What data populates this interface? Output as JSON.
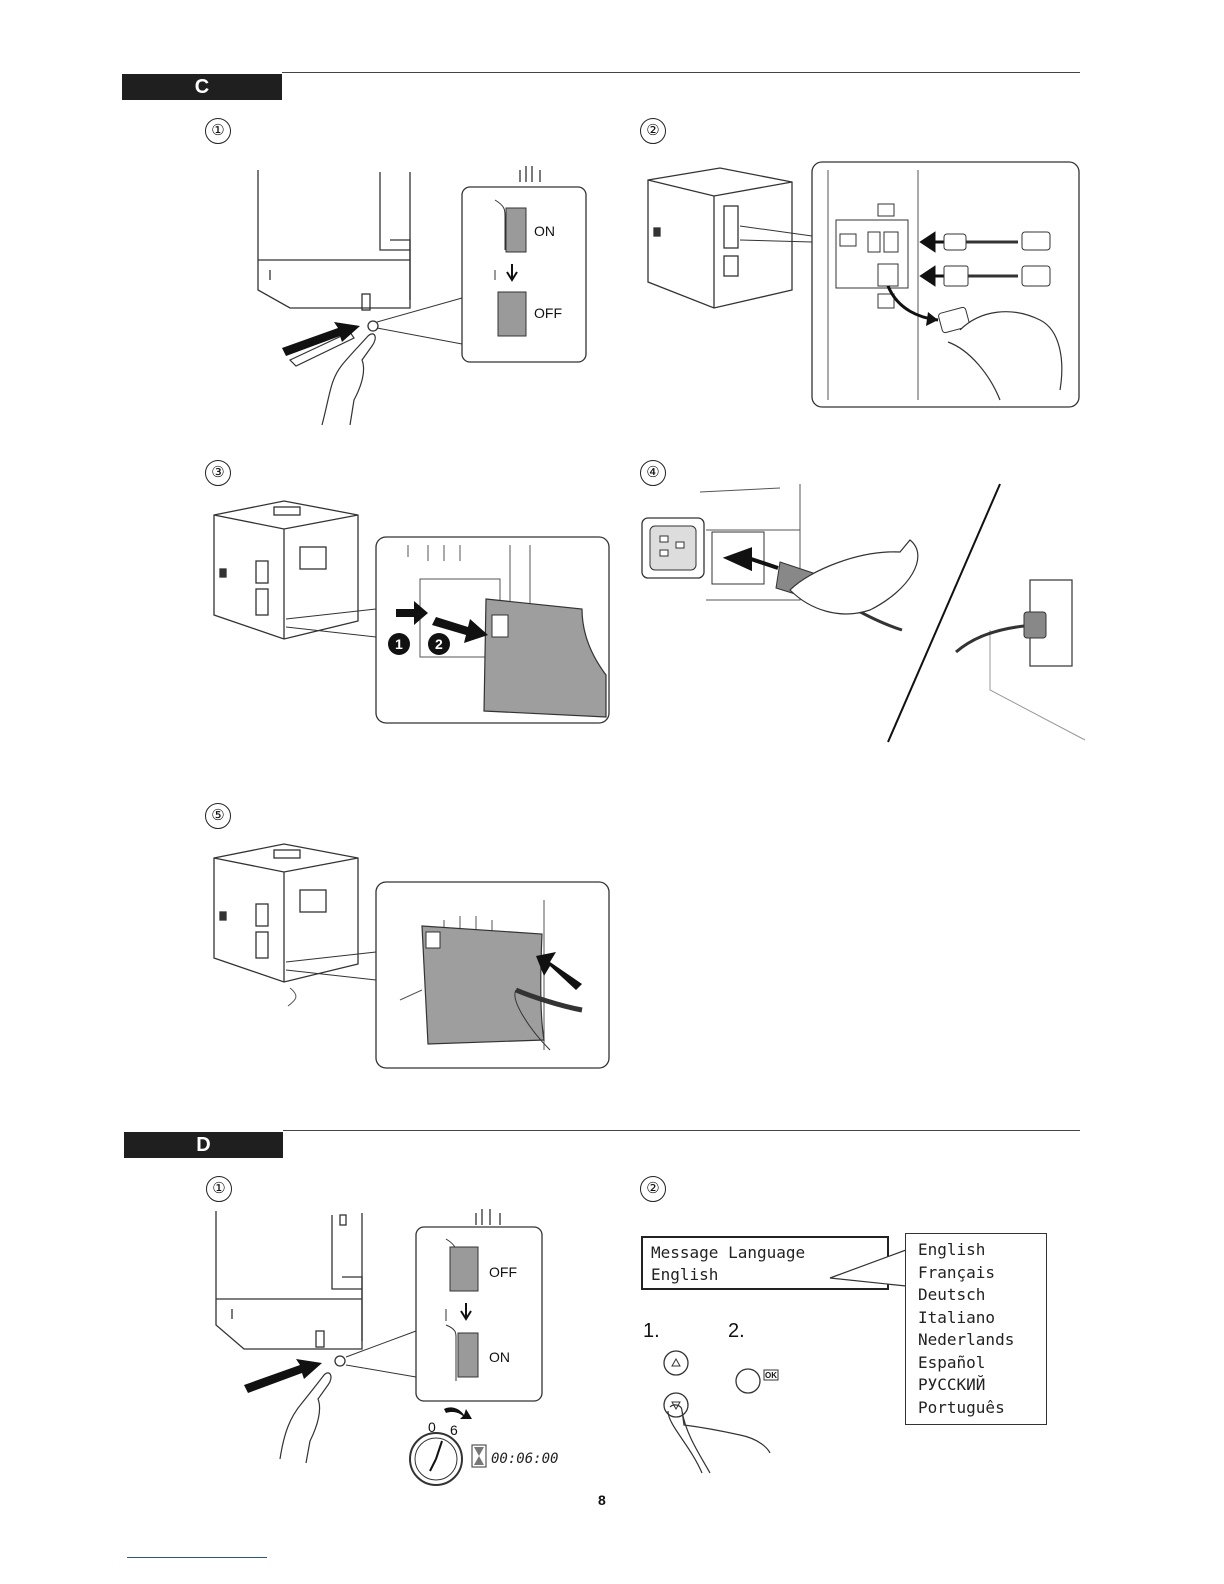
{
  "section_c": {
    "letter": "C",
    "steps": [
      "①",
      "②",
      "③",
      "④",
      "⑤"
    ],
    "switch_on_label": "ON",
    "switch_off_label": "OFF",
    "callout_1": "1",
    "callout_2": "2"
  },
  "section_d": {
    "letter": "D",
    "steps": [
      "①",
      "②"
    ],
    "switch_off_label": "OFF",
    "switch_on_label": "ON",
    "timer_start": "0",
    "timer_end": "6",
    "timer_readout": "00:06:00",
    "lcd_line1": "Message Language",
    "lcd_line2": "English",
    "key_step1": "1.",
    "key_step2": "2.",
    "ok_key_label": "OK",
    "languages": [
      "English",
      "Français",
      "Deutsch",
      "Italiano",
      "Nederlands",
      "Español",
      "РУССКИЙ",
      "Português"
    ]
  },
  "footer": {
    "page_number": "8"
  },
  "icons": [
    "usb-icon",
    "network-icon",
    "power-socket-icon",
    "up-arrow-key-icon",
    "down-arrow-key-icon",
    "ok-key-icon",
    "hourglass-icon",
    "stopwatch-icon"
  ]
}
